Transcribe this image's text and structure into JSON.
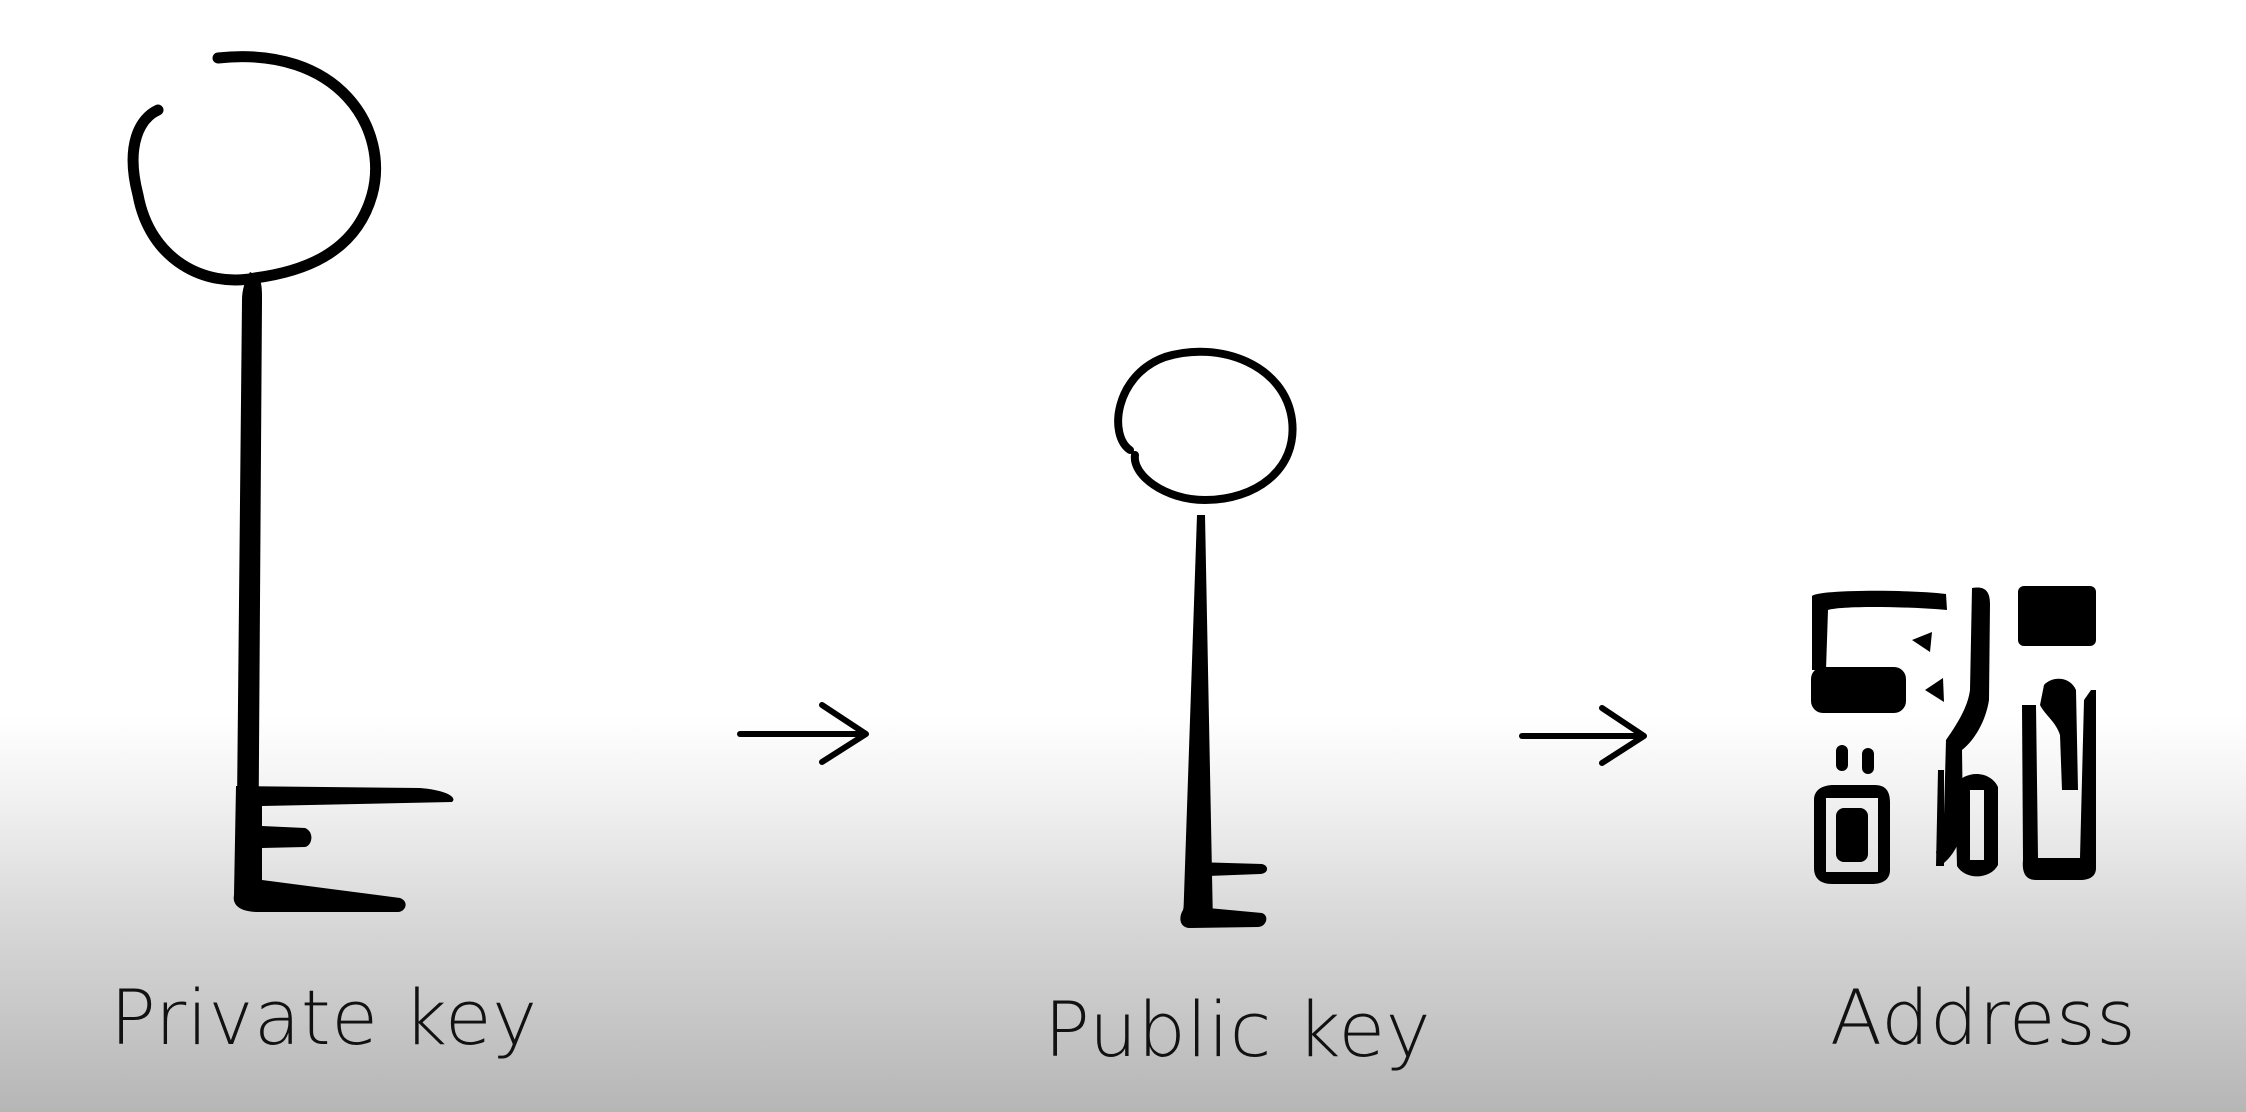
{
  "diagram": {
    "steps": [
      {
        "label": "Private key",
        "icon": "large-key-icon"
      },
      {
        "label": "Public key",
        "icon": "small-key-icon"
      },
      {
        "label": "Address",
        "icon": "qr-code-icon"
      }
    ],
    "connector_icon": "right-arrow-icon"
  },
  "colors": {
    "ink": "#000000",
    "background_top": "#ffffff",
    "background_bottom": "#b6b6b6"
  }
}
